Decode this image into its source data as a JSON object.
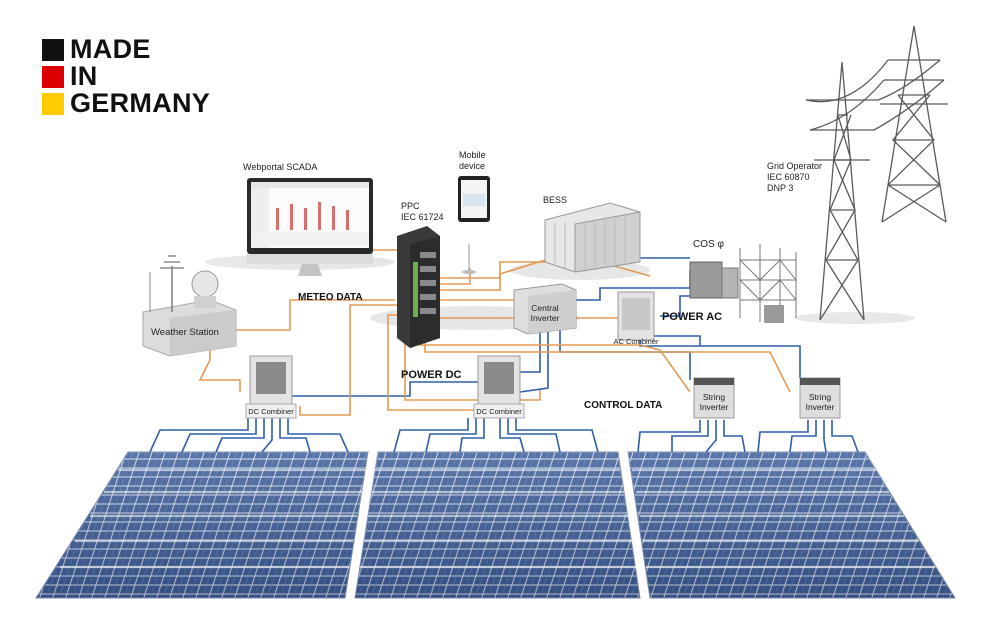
{
  "logo": {
    "lines": [
      "MADE",
      "IN",
      "GERMANY"
    ],
    "colors": [
      "#111111",
      "#dd0000",
      "#ffcc00"
    ]
  },
  "labels": {
    "webportal": "Webportal SCADA",
    "mobile_line1": "Mobile",
    "mobile_line2": "device",
    "ppc_line1": "PPC",
    "ppc_line2": "IEC 61724",
    "bess": "BESS",
    "grid_line1": "Grid Operator",
    "grid_line2": "IEC 60870",
    "grid_line3": "DNP 3",
    "cos_phi": "COS φ",
    "meteo_data": "METEO DATA",
    "weather_station": "Weather Station",
    "central_inverter_line1": "Central",
    "central_inverter_line2": "Inverter",
    "power_ac": "POWER AC",
    "ac_combiner": "AC Combiner",
    "power_dc": "POWER DC",
    "dc_combiner_1": "DC Combiner",
    "dc_combiner_2": "DC Combiner",
    "control_data": "CONTROL DATA",
    "string_inverter_1_line1": "String",
    "string_inverter_1_line2": "Inverter",
    "string_inverter_2_line1": "String",
    "string_inverter_2_line2": "Inverter"
  },
  "colors": {
    "data_line": "#e39a55",
    "power_line": "#2f5fa8",
    "panel_fill": "#3d5e9a",
    "panel_grid": "#c8d3e6",
    "equipment": "#d9d9d9",
    "ppc_body": "#3a3a3a"
  },
  "icons": [
    "monitor-icon",
    "tablet-icon",
    "weather-station-icon",
    "container-icon",
    "transformer-icon",
    "pylon-icon",
    "solar-panel-icon"
  ]
}
